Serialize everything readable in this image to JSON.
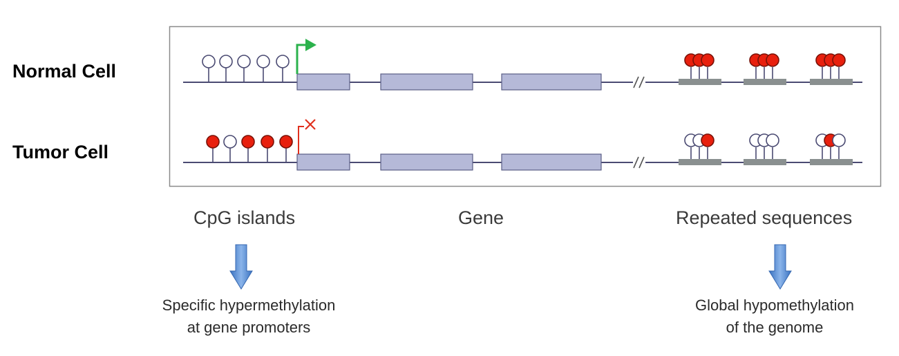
{
  "rows": [
    {
      "label": "Normal Cell",
      "cpg_methylated": [
        false,
        false,
        false,
        false,
        false
      ],
      "promoter_state": "active",
      "repeat_groups": [
        [
          true,
          true,
          true
        ],
        [
          true,
          true,
          true
        ],
        [
          true,
          true,
          true
        ]
      ]
    },
    {
      "label": "Tumor Cell",
      "cpg_methylated": [
        true,
        false,
        true,
        true,
        true
      ],
      "promoter_state": "silenced",
      "repeat_groups": [
        [
          false,
          false,
          true
        ],
        [
          false,
          false,
          false
        ],
        [
          false,
          true,
          false
        ]
      ]
    }
  ],
  "sections": {
    "cpg_islands": "CpG islands",
    "gene": "Gene",
    "repeated_sequences": "Repeated sequences"
  },
  "outcomes": {
    "left": {
      "line1": "Specific hypermethylation",
      "line2": "at gene promoters"
    },
    "right": {
      "line1": "Global hypomethylation",
      "line2": "of the genome"
    }
  },
  "colors": {
    "methylated": "#e8200e",
    "unmethylated": "#ffffff",
    "exon_fill": "#b5b9d8",
    "exon_stroke": "#5a5e86",
    "dna_line": "#4a4a72",
    "repeat_bar": "#8a9090",
    "active_arrow": "#2bb24c",
    "silenced_arrow": "#e0301e",
    "down_arrow": "#4f86cf"
  }
}
